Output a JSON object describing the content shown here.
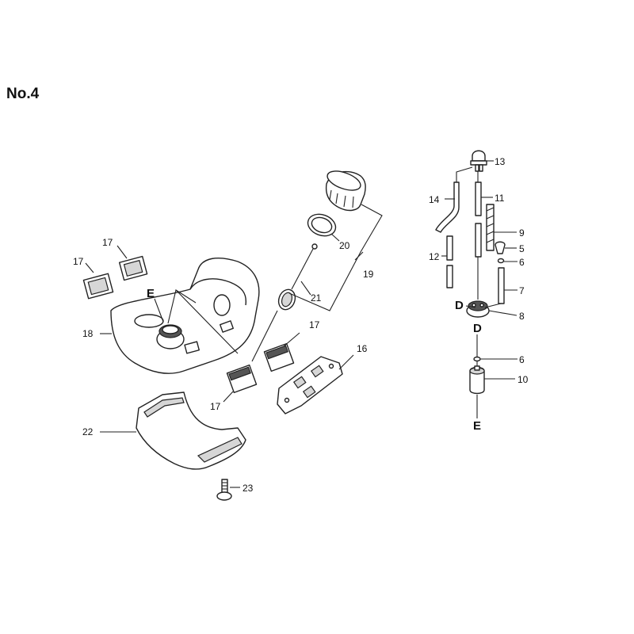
{
  "title": "No.4",
  "labels": {
    "n5": "5",
    "n6a": "6",
    "n6b": "6",
    "n7": "7",
    "n8": "8",
    "n9": "9",
    "n10": "10",
    "n11": "11",
    "n12": "12",
    "n13": "13",
    "n14": "14",
    "n16": "16",
    "n17a": "17",
    "n17b": "17",
    "n17c": "17",
    "n17d": "17",
    "n18": "18",
    "n19": "19",
    "n20": "20",
    "n21": "21",
    "n22": "22",
    "n23": "23",
    "letterE1": "E",
    "letterE2": "E",
    "letterD1": "D",
    "letterD2": "D"
  }
}
